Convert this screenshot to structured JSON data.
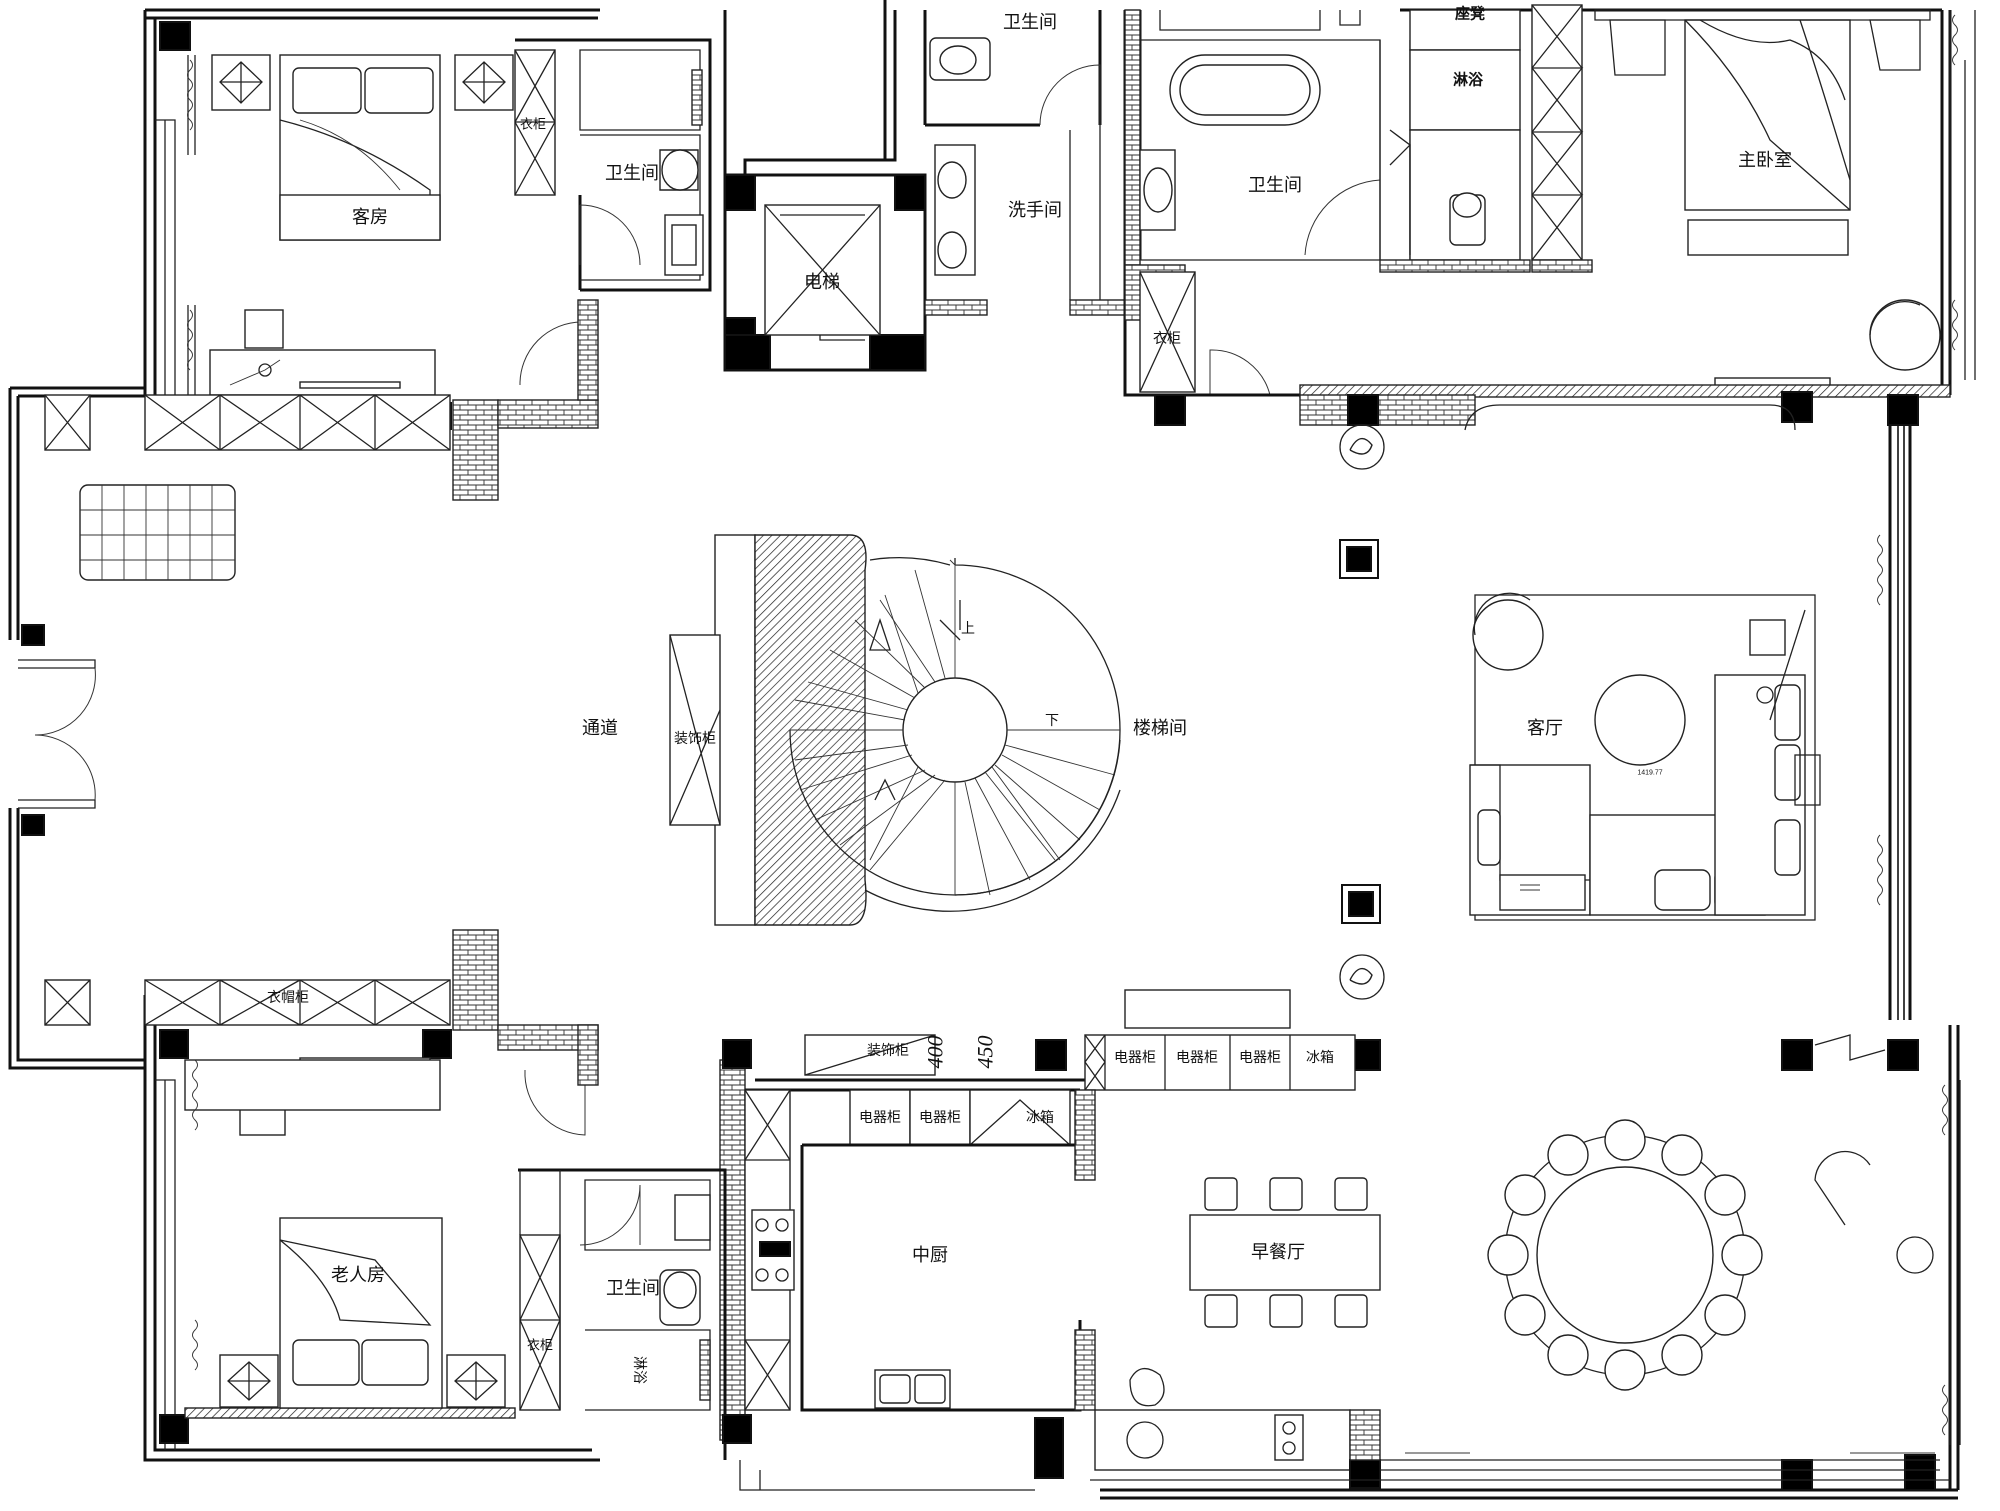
{
  "labels": {
    "guest_room": "客房",
    "wardrobe_guest": "衣柜",
    "bath_guest": "卫生间",
    "bath_top": "卫生间",
    "wash_room": "洗手间",
    "elevator": "电梯",
    "bath_master": "卫生间",
    "stool": "座凳",
    "shower_master": "淋浴",
    "master_bedroom": "主卧室",
    "wardrobe_master": "衣柜",
    "corridor": "通道",
    "display_cabinet": "装饰柜",
    "stair_up": "上",
    "stair_down": "下",
    "stairwell": "楼梯间",
    "living_room": "客厅",
    "sofa_dim": "1419.77",
    "wardrobe_hat": "衣帽柜",
    "display_cabinet_kitchen": "装饰柜",
    "dim_400": "400",
    "dim_450": "450",
    "appliance_1": "电器柜",
    "appliance_2": "电器柜",
    "appliance_3": "电器柜",
    "fridge_1": "冰箱",
    "appliance_4": "电器柜",
    "appliance_5": "电器柜",
    "fridge_2": "冰箱",
    "kitchen": "中厨",
    "breakfast": "早餐厅",
    "elder_room": "老人房",
    "bath_elder": "卫生间",
    "wardrobe_elder": "衣柜",
    "shower_elder": "淋浴"
  },
  "colors": {
    "ink": "#111111",
    "paper": "#ffffff"
  }
}
